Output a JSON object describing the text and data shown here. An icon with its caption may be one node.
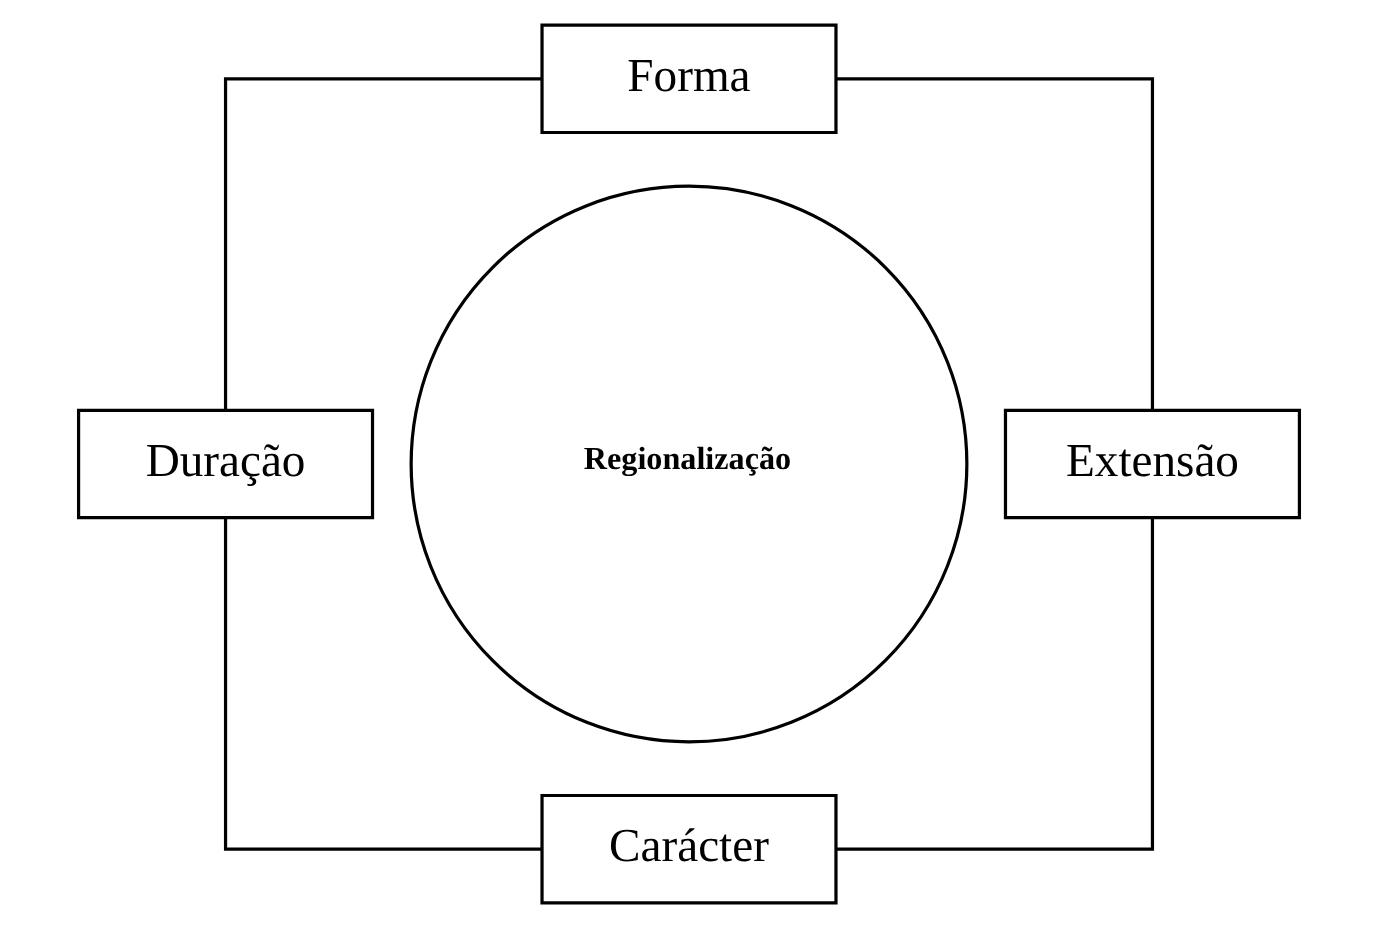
{
  "diagram": {
    "nodes": [
      {
        "text": [
          "Forma"
        ]
      },
      {
        "text": [
          "Regionalização"
        ]
      },
      {
        "text": [
          "Duração"
        ]
      },
      {
        "text": [
          "Extensão"
        ]
      },
      {
        "text": [
          "Carácter"
        ]
      }
    ],
    "edges": [
      {
        "from": 0,
        "to": 2,
        "arrow": "none"
      },
      {
        "from": 0,
        "to": 3,
        "arrow": "none"
      },
      {
        "from": 2,
        "to": 4,
        "arrow": "none"
      },
      {
        "from": 3,
        "to": 4,
        "arrow": "none"
      }
    ]
  }
}
